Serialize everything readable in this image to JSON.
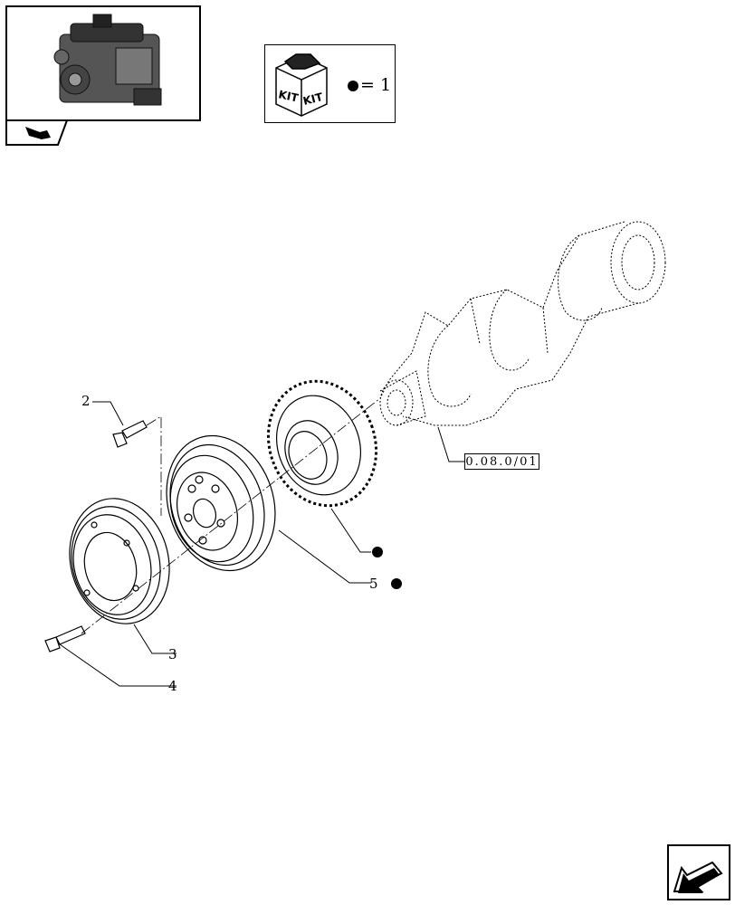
{
  "kit_legend": {
    "kit_label_left": "KIT",
    "kit_label_right": "KIT",
    "equals_text": "= 1"
  },
  "reference": {
    "code": "0.08.0/01"
  },
  "callouts": {
    "item2": "2",
    "item3": "3",
    "item4": "4",
    "item5": "5"
  },
  "icons": {
    "engine_thumbnail": "engine-thumbnail-icon",
    "kit_box": "kit-box-icon",
    "kit_dot": "filled-circle-icon",
    "next_page": "arrow-nav-icon"
  },
  "colors": {
    "line": "#000000",
    "background": "#ffffff"
  }
}
